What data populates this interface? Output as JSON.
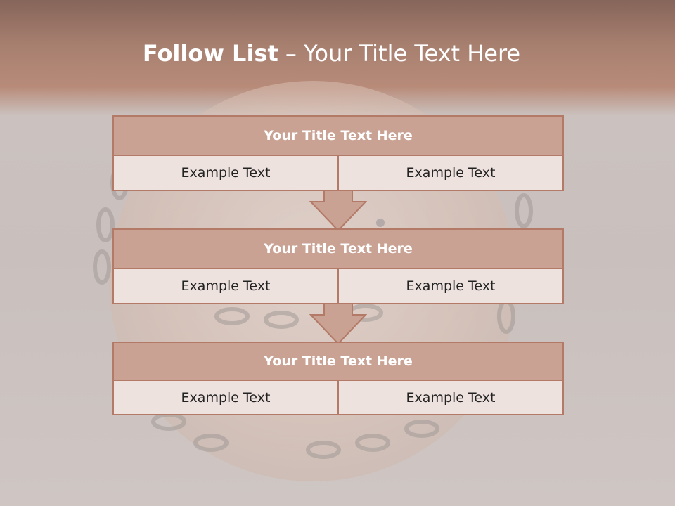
{
  "slide": {
    "title_bold": "Follow List",
    "title_rest": "– Your Title Text Here"
  },
  "blocks": [
    {
      "title": "Your Title Text Here",
      "left": "Example Text",
      "right": "Example Text"
    },
    {
      "title": "Your Title Text Here",
      "left": "Example Text",
      "right": "Example Text"
    },
    {
      "title": "Your Title Text Here",
      "left": "Example Text",
      "right": "Example Text"
    }
  ],
  "colors": {
    "header": "#a88070",
    "box_title_fill": "#c9a294",
    "box_border": "#b47a68",
    "cell_fill": "#eee2df"
  }
}
